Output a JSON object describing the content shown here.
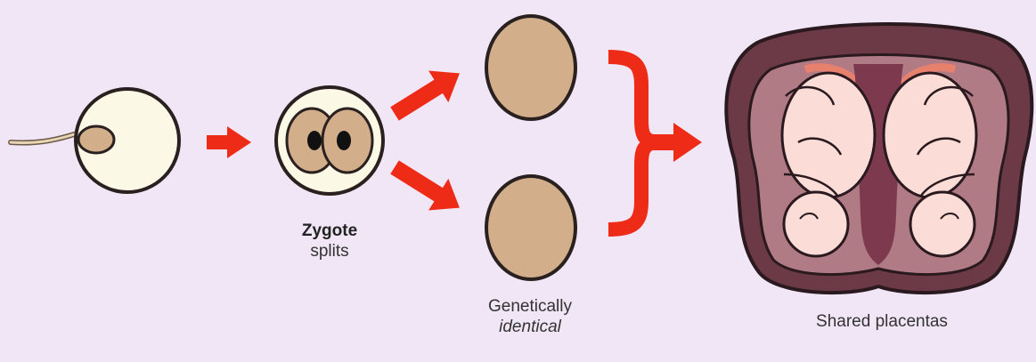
{
  "labels": {
    "zygote_title": "Zygote",
    "zygote_subtitle": "splits",
    "genetic_line1": "Genetically",
    "genetic_line2": "identical",
    "shared": "Shared placentas"
  },
  "colors": {
    "background": "#f1e6f6",
    "arrow": "#ee2b17",
    "egg_fill": "#fcf8e6",
    "cell_fill": "#d2ae8a",
    "uterus_outer": "#6b3a46",
    "uterus_cavity": "#b07b85",
    "fetus_fill": "#fbdcd6",
    "cord": "#e8806e"
  },
  "icons": [
    "sperm-icon",
    "egg-icon",
    "zygote-icon",
    "cell-icon",
    "arrow-icon",
    "bracket-icon",
    "uterus-icon",
    "fetus-icon"
  ]
}
